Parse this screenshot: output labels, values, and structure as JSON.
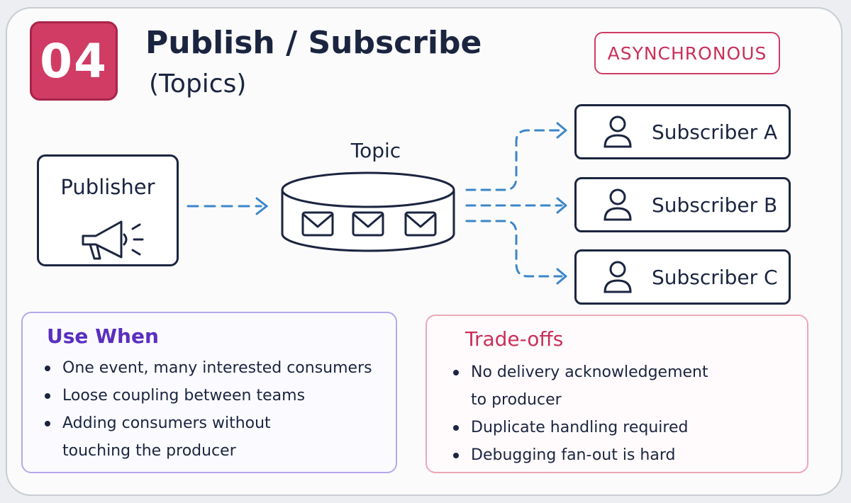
{
  "badge": {
    "number": "04"
  },
  "header": {
    "title": "Publish / Subscribe",
    "subtitle": "(Topics)",
    "tag": "ASYNCHRONOUS"
  },
  "diagram": {
    "publisher_label": "Publisher",
    "topic_label": "Topic",
    "subscribers": [
      "Subscriber A",
      "Subscriber B",
      "Subscriber C"
    ]
  },
  "use_when": {
    "title": "Use When",
    "items": [
      "One event, many interested consumers",
      "Loose coupling between teams",
      "Adding consumers without",
      "touching the producer"
    ]
  },
  "trade_offs": {
    "title": "Trade-offs",
    "items": [
      "No delivery acknowledgement",
      "to producer",
      "Duplicate handling required",
      "Debugging fan-out is hard"
    ]
  },
  "colors": {
    "navy": "#1b2540",
    "accent_red": "#d03c64",
    "accent_purple": "#5a2ec0",
    "arrow_blue": "#3b86c8"
  }
}
